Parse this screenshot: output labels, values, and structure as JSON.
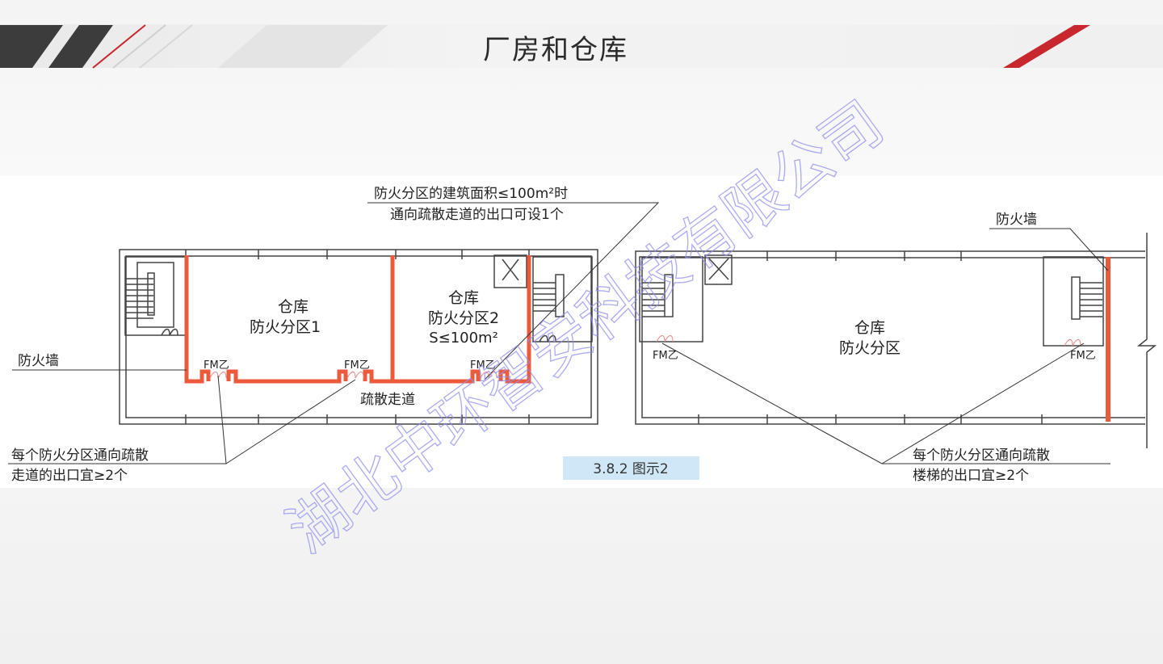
{
  "slide": {
    "title": "厂房和仓库"
  },
  "figure": {
    "caption": "3.8.2  图示2",
    "top_note": {
      "line1": "防火分区的建筑面积≤100m²时",
      "line2": "通向疏散走道的出口可设1个"
    },
    "left_plan": {
      "room1_line1": "仓库",
      "room1_line2": "防火分区1",
      "room2_line1": "仓库",
      "room2_line2": "防火分区2",
      "room2_line3": "S≤100m²",
      "corridor": "疏散走道",
      "firewall_label": "防火墙",
      "door_labels": [
        "FM乙",
        "FM乙",
        "FM乙"
      ],
      "bottom_note": {
        "line1": "每个防火分区通向疏散",
        "line2": "走道的出口宜≥2个"
      }
    },
    "right_plan": {
      "room_line1": "仓库",
      "room_line2": "防火分区",
      "firewall_label": "防火墙",
      "door_labels": [
        "FM乙",
        "FM乙"
      ],
      "bottom_note": {
        "line1": "每个防火分区通向疏散",
        "line2": "楼梯的出口宜≥2个"
      }
    },
    "watermark": "湖北中环智安科技有限公司"
  },
  "colors": {
    "firewall": "#ec5a3c",
    "accent_red": "#c8282d",
    "caption_bg": "#cfe7f6"
  }
}
